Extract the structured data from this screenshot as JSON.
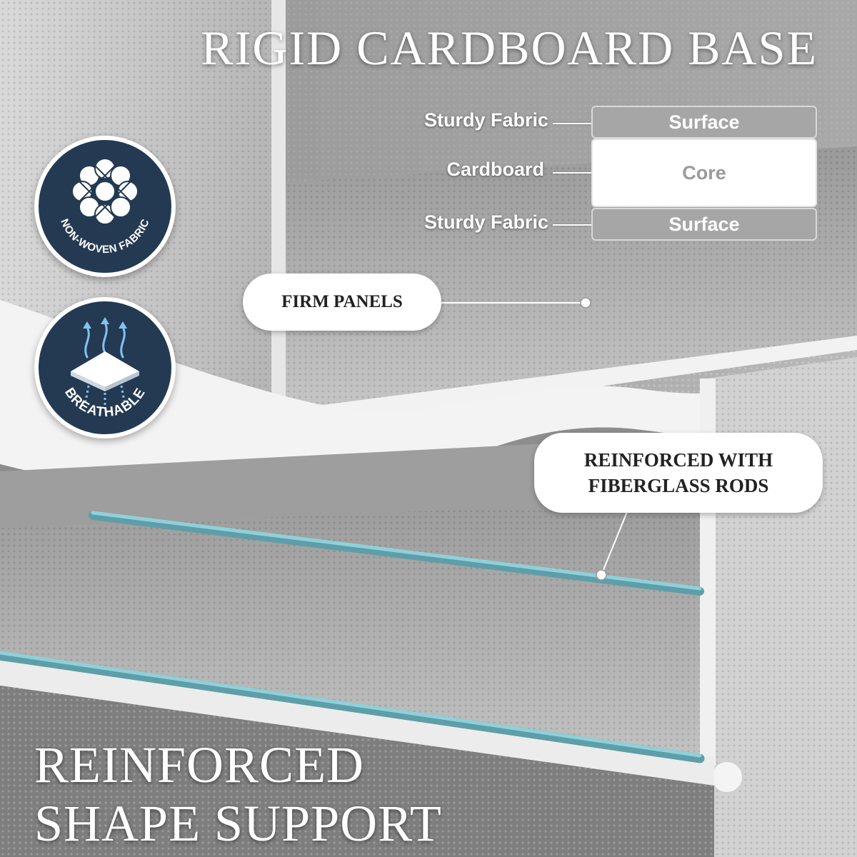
{
  "headline_top": "RIGID CARDBOARD BASE",
  "headline_bottom": [
    "REINFORCED",
    "SHAPE SUPPORT"
  ],
  "layers": [
    {
      "label": "Sturdy Fabric",
      "box": "Surface"
    },
    {
      "label": "Cardboard",
      "box": "Core"
    },
    {
      "label": "Sturdy Fabric",
      "box": "Surface"
    }
  ],
  "callouts": {
    "firm_panels": "FIRM PANELS",
    "fiberglass": [
      "REINFORCED WITH",
      "FIBERGLASS RODS"
    ]
  },
  "badges": {
    "non_woven": {
      "text": "NON-WOVEN FABRIC",
      "icon": "woven-fabric-icon"
    },
    "breathable": {
      "text": "BREATHABLE",
      "icon": "airflow-icon"
    }
  },
  "colors": {
    "badge_navy": "#243a52",
    "rod_teal": "#6fb3bf",
    "surface_gray": "#a6a6a6"
  }
}
